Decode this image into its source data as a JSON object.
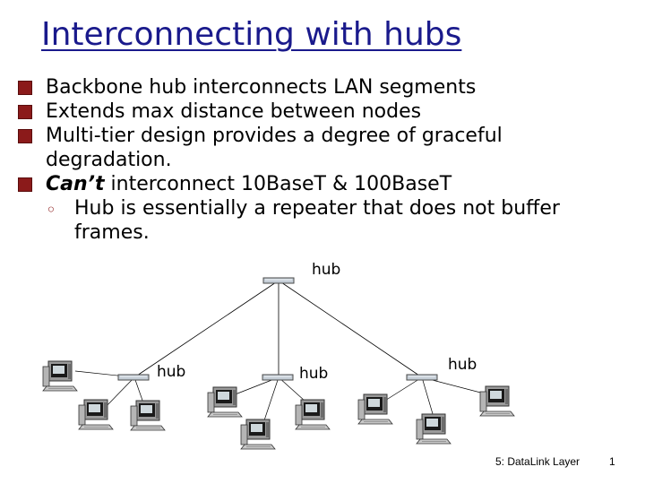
{
  "slide": {
    "title": "Interconnecting with hubs",
    "bullets": [
      "Backbone hub interconnects LAN segments",
      "Extends max distance between nodes",
      "Multi-tier design provides a degree of graceful degradation.",
      {
        "bold": "Can’t",
        "rest": " interconnect 10BaseT & 100BaseT"
      }
    ],
    "sub_bullet": "Hub is essentially a repeater that does not buffer frames."
  },
  "diagram": {
    "hub_labels": [
      "hub",
      "hub",
      "hub",
      "hub"
    ],
    "icon": "computer-icon"
  },
  "footer": {
    "text": "5: DataLink Layer",
    "page_number": "1"
  }
}
